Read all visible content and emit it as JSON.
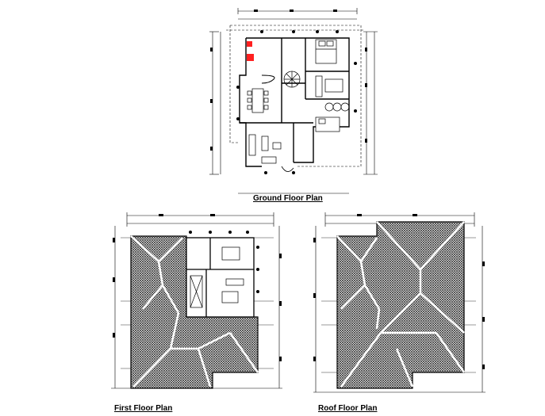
{
  "drawing": {
    "ground_floor_title": "Ground Floor Plan",
    "first_floor_title": "First Floor Plan",
    "roof_floor_title": "Roof Floor Plan",
    "highlight_color": "#ff2020",
    "line_color": "#000000",
    "roof_hatch_color": "#2a2a2a"
  }
}
